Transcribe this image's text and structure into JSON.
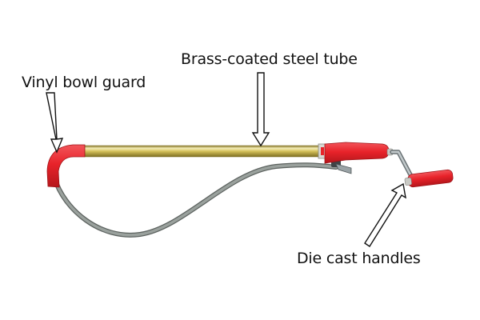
{
  "title": "",
  "colors": {
    "background": "#ffffff",
    "vinyl_red": "#e8232a",
    "vinyl_red_dark": "#b5161b",
    "brass_light": "#f0e7a0",
    "brass_mid": "#c9b449",
    "brass_dark": "#8a7a2a",
    "cable_grey": "#8d9590",
    "cable_dark": "#5c625f",
    "steel_crank": "#9aa3a6",
    "arrow_stroke": "#111111"
  },
  "labels": {
    "vinyl_bowl_guard": "Vinyl bowl guard",
    "brass_coated_steel_tube": "Brass-coated steel tube",
    "die_cast_handles": "Die cast handles"
  },
  "icons": {
    "pointer": "outlined-arrow-icon"
  }
}
